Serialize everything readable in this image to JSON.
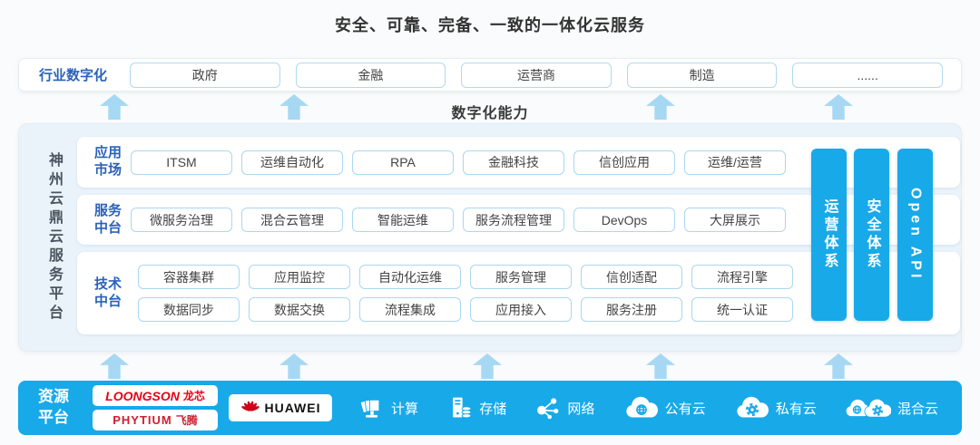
{
  "title": "安全、可靠、完备、一致的一体化云服务",
  "capability_label": "数字化能力",
  "industry": {
    "label": "行业数字化",
    "items": [
      "政府",
      "金融",
      "运营商",
      "制造",
      "......"
    ]
  },
  "platform": {
    "side_label": "神州云鼎云服务平台",
    "rows": [
      {
        "label": "应用市场",
        "items": [
          "ITSM",
          "运维自动化",
          "RPA",
          "金融科技",
          "信创应用",
          "运维/运营"
        ]
      },
      {
        "label": "服务中台",
        "items": [
          "微服务治理",
          "混合云管理",
          "智能运维",
          "服务流程管理",
          "DevOps",
          "大屏展示"
        ]
      },
      {
        "label": "技术中台",
        "line1": [
          "容器集群",
          "应用监控",
          "自动化运维",
          "服务管理",
          "信创适配",
          "流程引擎"
        ],
        "line2": [
          "数据同步",
          "数据交换",
          "流程集成",
          "应用接入",
          "服务注册",
          "统一认证"
        ]
      }
    ],
    "bars": [
      "运营体系",
      "安全体系",
      "Open API"
    ]
  },
  "resources": {
    "label": "资源平台",
    "vendors": {
      "loongson": "LOONGSON",
      "loongson_cn": "龙芯",
      "phytium": "PHYTIUM",
      "phytium_cn": "飞腾",
      "huawei": "HUAWEI"
    },
    "items": [
      "计算",
      "存储",
      "网络",
      "公有云",
      "私有云",
      "混合云"
    ]
  },
  "colors": {
    "primary_blue": "#18a9e9",
    "arrow_blue": "#a6d8f4",
    "label_blue": "#2b62b8",
    "chip_border": "#abd7f0",
    "panel_bg": "#eaf3fa",
    "loongson_red": "#e60012",
    "huawei_red": "#d0021b",
    "text_dark": "#333333"
  }
}
